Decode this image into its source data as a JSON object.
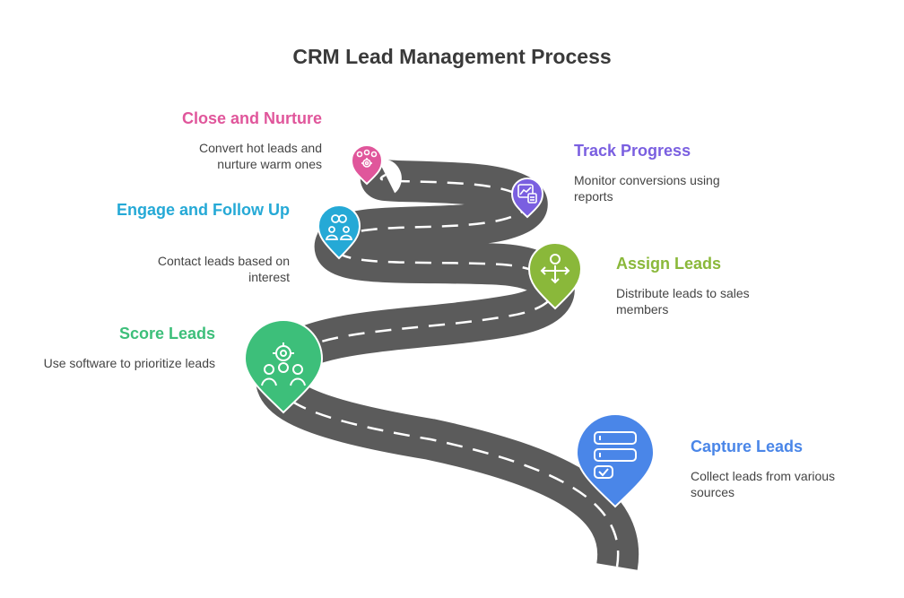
{
  "title": "CRM Lead Management Process",
  "steps": [
    {
      "title": "Capture Leads",
      "description": "Collect leads from various sources",
      "color": "#4a86e8",
      "icon": "form-fields-icon"
    },
    {
      "title": "Score Leads",
      "description": "Use software to prioritize leads",
      "color": "#3dbf7a",
      "icon": "team-scoring-icon"
    },
    {
      "title": "Assign Leads",
      "description": "Distribute leads to sales members",
      "color": "#8ab83a",
      "icon": "distribute-person-icon"
    },
    {
      "title": "Engage and Follow Up",
      "description": "Contact leads based on interest",
      "color": "#25a9d6",
      "icon": "connected-people-icon"
    },
    {
      "title": "Track Progress",
      "description": "Monitor conversions using reports",
      "color": "#7a5fe0",
      "icon": "report-chart-icon"
    },
    {
      "title": "Close and Nurture",
      "description": "Convert hot leads and nurture warm ones",
      "color": "#e0569b",
      "icon": "team-gear-icon"
    }
  ]
}
